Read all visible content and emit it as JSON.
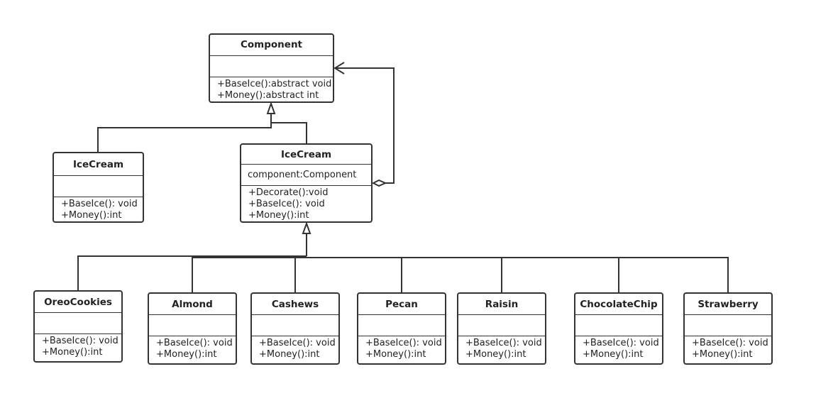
{
  "classes": {
    "component": {
      "name": "Component",
      "attributes": [],
      "operations": [
        "+BaseIce():abstract void",
        "+Money():abstract int"
      ]
    },
    "icecream_concrete": {
      "name": "IceCream",
      "attributes": [],
      "operations": [
        "+BaseIce(): void",
        "+Money():int"
      ]
    },
    "icecream_decorator": {
      "name": "IceCream",
      "attributes": [
        "component:Component"
      ],
      "operations": [
        "+Decorate():void",
        "+BaseIce(): void",
        "+Money():int"
      ]
    },
    "oreocookies": {
      "name": "OreoCookies",
      "attributes": [],
      "operations": [
        "+BaseIce(): void",
        "+Money():int"
      ]
    },
    "almond": {
      "name": "Almond",
      "attributes": [],
      "operations": [
        "+BaseIce(): void",
        "+Money():int"
      ]
    },
    "cashews": {
      "name": "Cashews",
      "attributes": [],
      "operations": [
        "+BaseIce(): void",
        "+Money():int"
      ]
    },
    "pecan": {
      "name": "Pecan",
      "attributes": [],
      "operations": [
        "+BaseIce(): void",
        "+Money():int"
      ]
    },
    "raisin": {
      "name": "Raisin",
      "attributes": [],
      "operations": [
        "+BaseIce(): void",
        "+Money():int"
      ]
    },
    "chocolatechip": {
      "name": "ChocolateChip",
      "attributes": [],
      "operations": [
        "+BaseIce(): void",
        "+Money():int"
      ]
    },
    "strawberry": {
      "name": "Strawberry",
      "attributes": [],
      "operations": [
        "+BaseIce(): void",
        "+Money():int"
      ]
    }
  },
  "colors": {
    "stroke": "#333333",
    "background": "#ffffff"
  }
}
